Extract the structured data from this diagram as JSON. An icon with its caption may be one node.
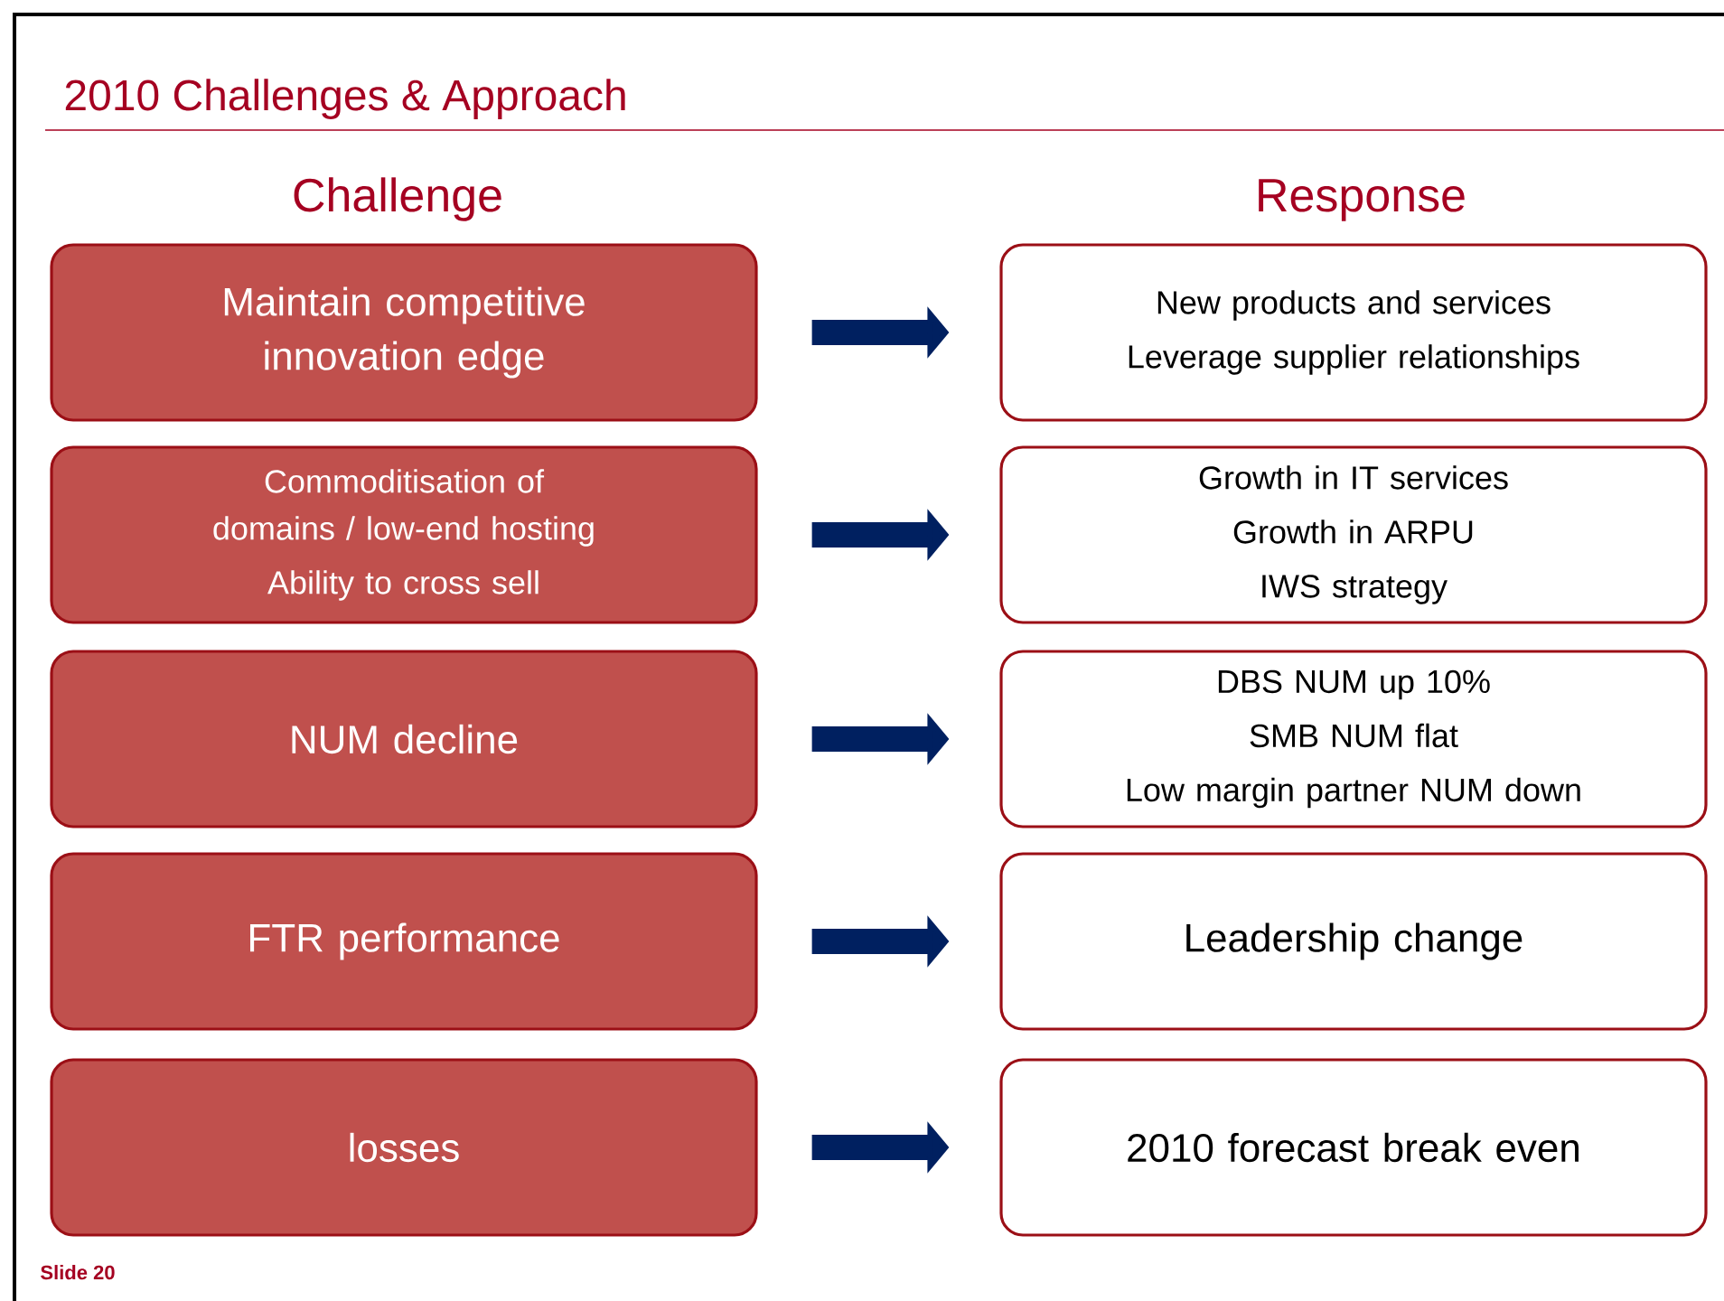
{
  "diagram": {
    "title": "2010 Challenges & Approach",
    "nodes": [
      {
        "text": [
          "Maintain competitive innovation edge"
        ]
      },
      {
        "text": [
          "New products and services",
          "Leverage supplier relationships"
        ]
      },
      {
        "text": [
          "Commoditisation of domains / low-end hosting",
          "Ability to cross sell"
        ]
      },
      {
        "text": [
          "Growth in IT services",
          "Growth in ARPU",
          "IWS strategy"
        ]
      },
      {
        "text": [
          "NUM decline"
        ]
      },
      {
        "text": [
          "DBS NUM up 10%",
          "SMB NUM flat",
          "Low margin partner NUM down"
        ]
      },
      {
        "text": [
          "FTR performance"
        ]
      },
      {
        "text": [
          "Leadership change"
        ]
      },
      {
        "text": [
          "losses"
        ]
      },
      {
        "text": [
          "2010 forecast break even"
        ]
      }
    ],
    "edges": [
      {
        "from": 0,
        "to": 1,
        "arrow": "to"
      },
      {
        "from": 2,
        "to": 3,
        "arrow": "to"
      },
      {
        "from": 4,
        "to": 5,
        "arrow": "to"
      },
      {
        "from": 6,
        "to": 7,
        "arrow": "to"
      },
      {
        "from": 8,
        "to": 9,
        "arrow": "to"
      }
    ],
    "labels": [
      "Challenge",
      "Response",
      "Slide 20"
    ]
  }
}
